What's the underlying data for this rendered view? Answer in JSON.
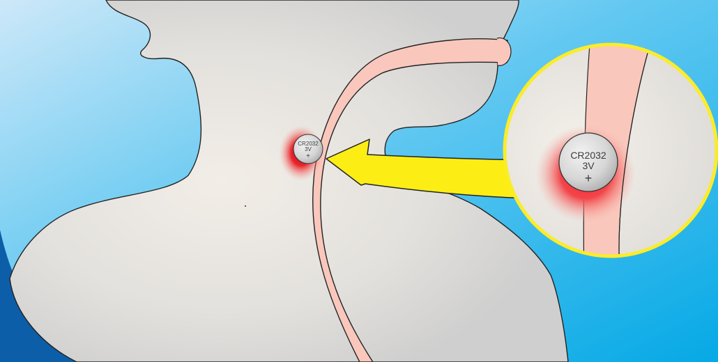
{
  "colors": {
    "background_light": "#c8e6f8",
    "background_mid": "#3fc1f2",
    "background_dark": "#07aee9",
    "corner_dark": "#0d5ea8",
    "silhouette_fill": "#dcdcda",
    "esophagus": "#f9c8bd",
    "burn_red": "#e31b23",
    "battery_silver": "#d4d4d4",
    "arrow": "#fcee14",
    "magnifier_ring": "#fbec2a"
  },
  "battery": {
    "model": "CR2032",
    "voltage": "3V",
    "polarity": "+"
  },
  "icons": {
    "arrow": "pointer-arrow-icon",
    "magnifier": "magnifier-circle"
  }
}
